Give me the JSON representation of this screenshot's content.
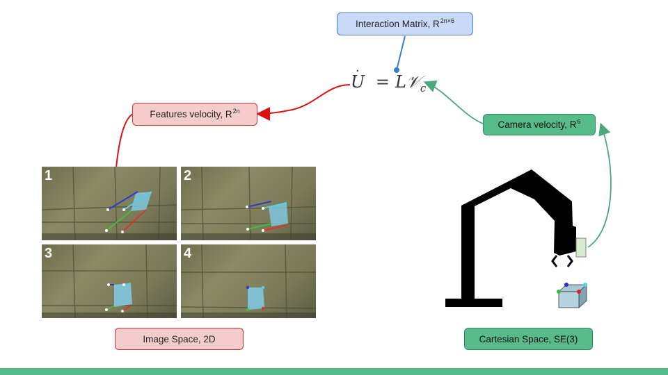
{
  "interaction_matrix": {
    "label": "Interaction Matrix, R",
    "sup": "2n×6"
  },
  "features_velocity": {
    "label": "Features velocity, R",
    "sup": "2n"
  },
  "camera_velocity": {
    "label": "Camera velocity, R",
    "sup": "6"
  },
  "image_space": {
    "label": "Image Space, 2D"
  },
  "cartesian_space": {
    "label": "Cartesian Space, SE(3)"
  },
  "equation": {
    "lhs": "U",
    "eq": "=",
    "L": "L",
    "V": "𝒱",
    "sub": "c"
  },
  "panels": [
    {
      "number": "1"
    },
    {
      "number": "2"
    },
    {
      "number": "3"
    },
    {
      "number": "4"
    }
  ],
  "colors": {
    "blue_box": "#c9daf8",
    "red_box": "#f4cccc",
    "green_box": "#57bb8a",
    "red_arrow": "#dd1111",
    "green_arrow": "#4aa87a",
    "blue_line": "#3d7bd0"
  }
}
